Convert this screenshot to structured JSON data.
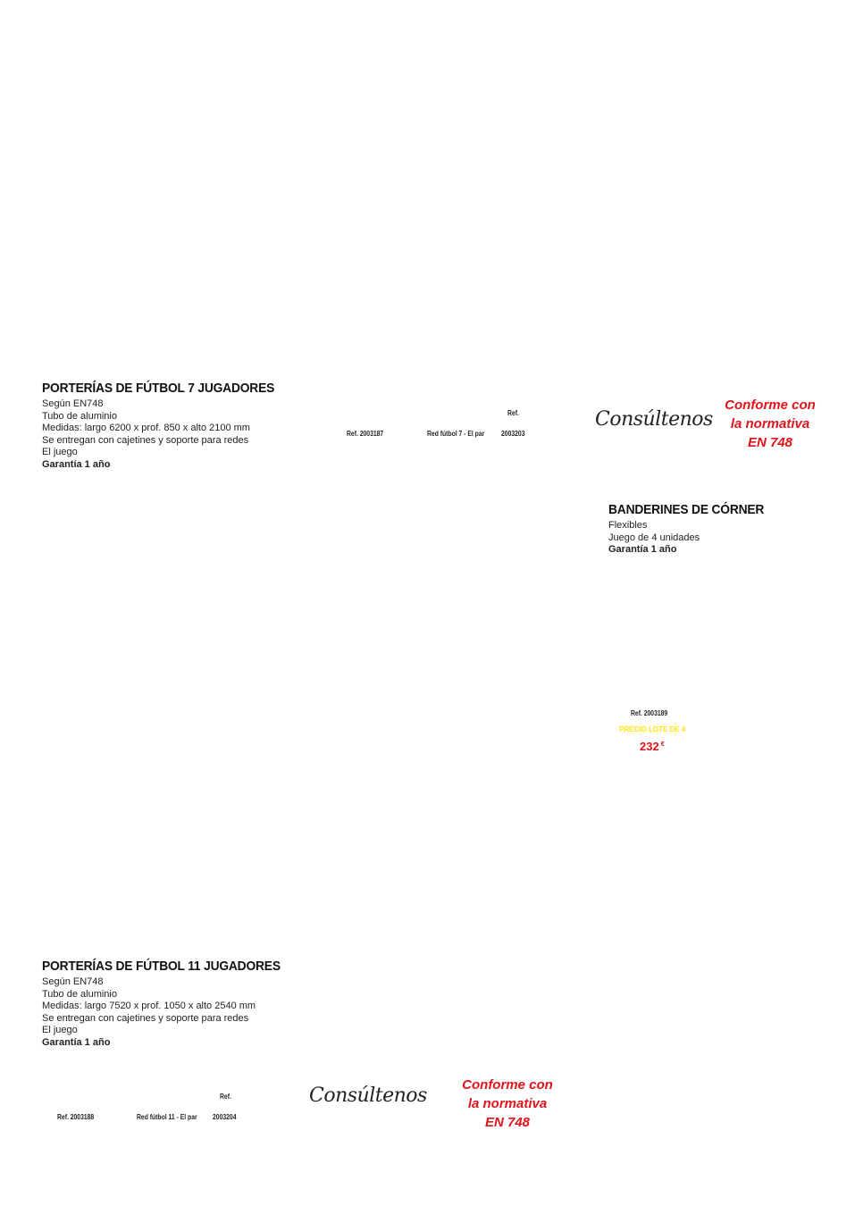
{
  "porterias7": {
    "title": "PORTERÍAS DE FÚTBOL 7 JUGADORES",
    "specs": [
      "Según EN748",
      "Tubo de aluminio",
      "Medidas: largo 6200 x prof. 850 x alto 2100 mm",
      "Se entregan con cajetines y soporte para redes",
      "El juego"
    ],
    "warranty": "Garantía 1 año",
    "ref_left": "Ref. 2003187",
    "net_label": "Red fútbol 7 - El par",
    "ref_header": "Ref.",
    "net_ref": "2003203",
    "consult": "Consúltenos",
    "norm": [
      "Conforme con",
      "la normativa",
      "EN 748"
    ]
  },
  "banderines": {
    "title": "BANDERINES DE CÓRNER",
    "specs": [
      "Flexibles",
      "Juego de 4 unidades"
    ],
    "warranty": "Garantía 1 año",
    "ref": "Ref. 2003189",
    "lote_label": "PRECIO LOTE DE 4",
    "price": "232",
    "currency": "€"
  },
  "porterias11": {
    "title": "PORTERÍAS DE FÚTBOL 11 JUGADORES",
    "specs": [
      "Según EN748",
      "Tubo de aluminio",
      "Medidas: largo 7520 x prof. 1050 x alto 2540 mm",
      "Se entregan con cajetines y soporte para redes",
      "El juego"
    ],
    "warranty": "Garantía 1 año",
    "ref_left": "Ref. 2003188",
    "net_label": "Red fútbol 11 - El par",
    "ref_header": "Ref.",
    "net_ref": "2003204",
    "consult": "Consúltenos",
    "norm": [
      "Conforme con",
      "la normativa",
      "EN 748"
    ]
  }
}
